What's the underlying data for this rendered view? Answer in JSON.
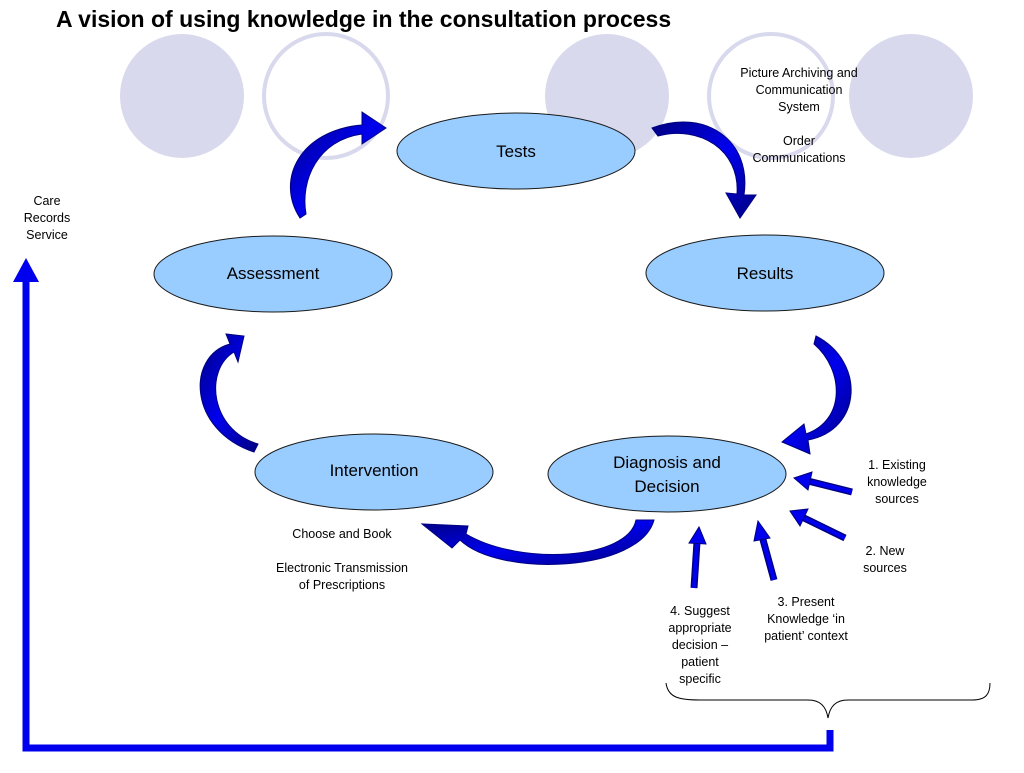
{
  "title": "A vision of using knowledge in the consultation process",
  "colors": {
    "node_fill": "#99ccff",
    "node_stroke": "#1a1a1a",
    "arrow_blue": "#0000ee",
    "arrow_dark": "#000080",
    "circle_fill": "#d9d9ee",
    "circle_stroke": "#d9d9ee"
  },
  "nodes": {
    "tests": "Tests",
    "results": "Results",
    "assessment": "Assessment",
    "intervention": "Intervention",
    "diagnosis_line1": "Diagnosis and",
    "diagnosis_line2": "Decision"
  },
  "notes": {
    "pacs": [
      "Picture Archiving and",
      "Communication",
      "System"
    ],
    "order": [
      "Order",
      "Communications"
    ],
    "care_records": [
      "Care",
      "Records",
      "Service"
    ],
    "choose_book": "Choose and Book",
    "etp": [
      "Electronic Transmission",
      "of Prescriptions"
    ],
    "existing": [
      "1. Existing",
      "knowledge",
      "sources"
    ],
    "new_sources": [
      "2. New",
      "sources"
    ],
    "present": [
      "3. Present",
      "Knowledge ‘in",
      "patient’ context"
    ],
    "suggest": [
      "4. Suggest",
      "appropriate",
      "decision –",
      "patient",
      "specific"
    ]
  }
}
